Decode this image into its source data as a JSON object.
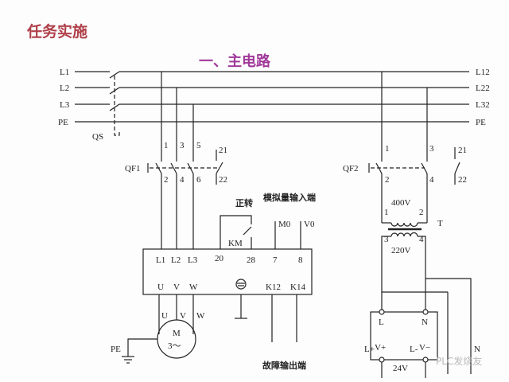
{
  "header": {
    "task_title": "任务实施",
    "section_title": "一、主电路"
  },
  "colors": {
    "task_title": "#b0404a",
    "section_title": "#a03a9a",
    "line": "#222222"
  },
  "bus": {
    "left": [
      "L1",
      "L2",
      "L3",
      "PE"
    ],
    "right": [
      "L12",
      "L22",
      "L32",
      "PE"
    ],
    "switch_label": "QS"
  },
  "qf1": {
    "label": "QF1",
    "top": [
      "1",
      "3",
      "5",
      "21"
    ],
    "bottom": [
      "2",
      "4",
      "6",
      "22"
    ]
  },
  "qf2": {
    "label": "QF2",
    "top": [
      "1",
      "3",
      "21"
    ],
    "bottom": [
      "2",
      "4",
      "22"
    ]
  },
  "drive": {
    "forward_label": "正转",
    "analog_input_label": "模拟量输入端",
    "km_label": "KM",
    "m0": "M0",
    "v0": "V0",
    "top_terminals": [
      "L1",
      "L2",
      "L3",
      "20",
      "28",
      "7",
      "8"
    ],
    "bottom_terminals": [
      "U",
      "V",
      "W",
      "K12",
      "K14"
    ],
    "fault_output_label": "故障输出端"
  },
  "motor": {
    "wires": [
      "U",
      "V",
      "W"
    ],
    "label": "M",
    "sub": "3～",
    "pe": "PE"
  },
  "transformer": {
    "primary": "400V",
    "secondary": "220V",
    "label": "T",
    "pins": [
      "1",
      "2",
      "3",
      "4"
    ]
  },
  "psu": {
    "in_l": "L",
    "in_n": "N",
    "out_p": "V+",
    "out_n": "V−",
    "l_plus": "L+",
    "l_minus": "L-",
    "n": "N",
    "voltage": "24V"
  },
  "watermark": "PLC发烧友"
}
